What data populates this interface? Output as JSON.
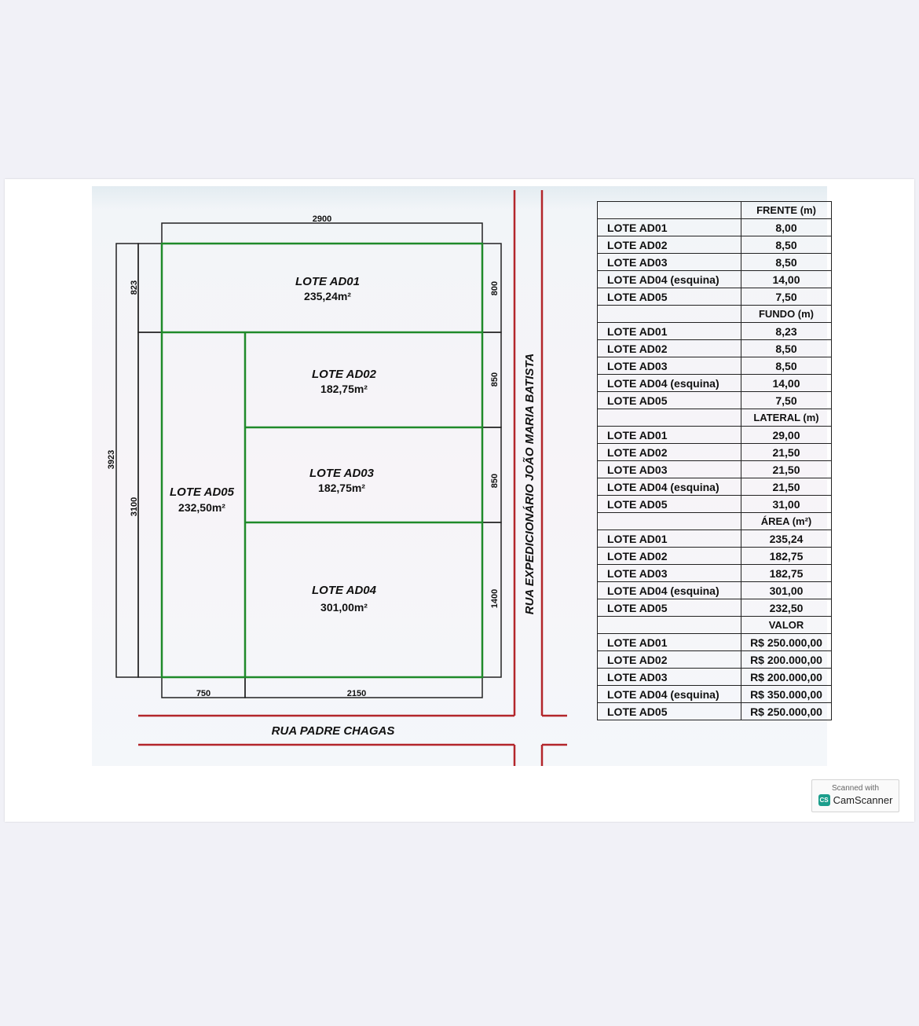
{
  "plan": {
    "dims": {
      "top_width": "2900",
      "total_depth": "3923",
      "ad01_depth": "823",
      "ad05_depth": "3100",
      "ad01_front": "800",
      "ad02_front": "850",
      "ad03_front": "850",
      "ad04_front": "1400",
      "bottom_left": "750",
      "bottom_right": "2150"
    },
    "lots": [
      {
        "name": "LOTE AD01",
        "area": "235,24m²"
      },
      {
        "name": "LOTE AD02",
        "area": "182,75m²"
      },
      {
        "name": "LOTE AD03",
        "area": "182,75m²"
      },
      {
        "name": "LOTE AD04",
        "area": "301,00m²"
      },
      {
        "name": "LOTE AD05",
        "area": "232,50m²"
      }
    ],
    "streets": {
      "side": "RUA EXPEDICIONÁRIO JOÃO MARIA BATISTA",
      "bottom": "RUA PADRE CHAGAS"
    },
    "colors": {
      "lot_lines": "#1f8a2a",
      "street_lines": "#b3262b",
      "outline": "#222222"
    }
  },
  "table": {
    "sections": [
      {
        "header": "FRENTE (m)",
        "rows": [
          {
            "lot": "LOTE AD01",
            "value": "8,00"
          },
          {
            "lot": "LOTE AD02",
            "value": "8,50"
          },
          {
            "lot": "LOTE AD03",
            "value": "8,50"
          },
          {
            "lot": "LOTE AD04 (esquina)",
            "value": "14,00"
          },
          {
            "lot": "LOTE AD05",
            "value": "7,50"
          }
        ]
      },
      {
        "header": "FUNDO (m)",
        "rows": [
          {
            "lot": "LOTE AD01",
            "value": "8,23"
          },
          {
            "lot": "LOTE AD02",
            "value": "8,50"
          },
          {
            "lot": "LOTE AD03",
            "value": "8,50"
          },
          {
            "lot": "LOTE AD04 (esquina)",
            "value": "14,00"
          },
          {
            "lot": "LOTE AD05",
            "value": "7,50"
          }
        ]
      },
      {
        "header": "LATERAL (m)",
        "rows": [
          {
            "lot": "LOTE AD01",
            "value": "29,00"
          },
          {
            "lot": "LOTE AD02",
            "value": "21,50"
          },
          {
            "lot": "LOTE AD03",
            "value": "21,50"
          },
          {
            "lot": "LOTE AD04 (esquina)",
            "value": "21,50"
          },
          {
            "lot": "LOTE AD05",
            "value": "31,00"
          }
        ]
      },
      {
        "header": "ÁREA (m²)",
        "rows": [
          {
            "lot": "LOTE AD01",
            "value": "235,24"
          },
          {
            "lot": "LOTE AD02",
            "value": "182,75"
          },
          {
            "lot": "LOTE AD03",
            "value": "182,75"
          },
          {
            "lot": "LOTE AD04 (esquina)",
            "value": "301,00"
          },
          {
            "lot": "LOTE AD05",
            "value": "232,50"
          }
        ]
      },
      {
        "header": "VALOR",
        "rows": [
          {
            "lot": "LOTE AD01",
            "value": "R$ 250.000,00"
          },
          {
            "lot": "LOTE AD02",
            "value": "R$ 200.000,00"
          },
          {
            "lot": "LOTE AD03",
            "value": "R$ 200.000,00"
          },
          {
            "lot": "LOTE AD04 (esquina)",
            "value": "R$ 350.000,00"
          },
          {
            "lot": "LOTE AD05",
            "value": "R$ 250.000,00"
          }
        ]
      }
    ]
  },
  "watermark": {
    "line1": "Scanned with",
    "line2": "CamScanner",
    "logo": "CS"
  }
}
